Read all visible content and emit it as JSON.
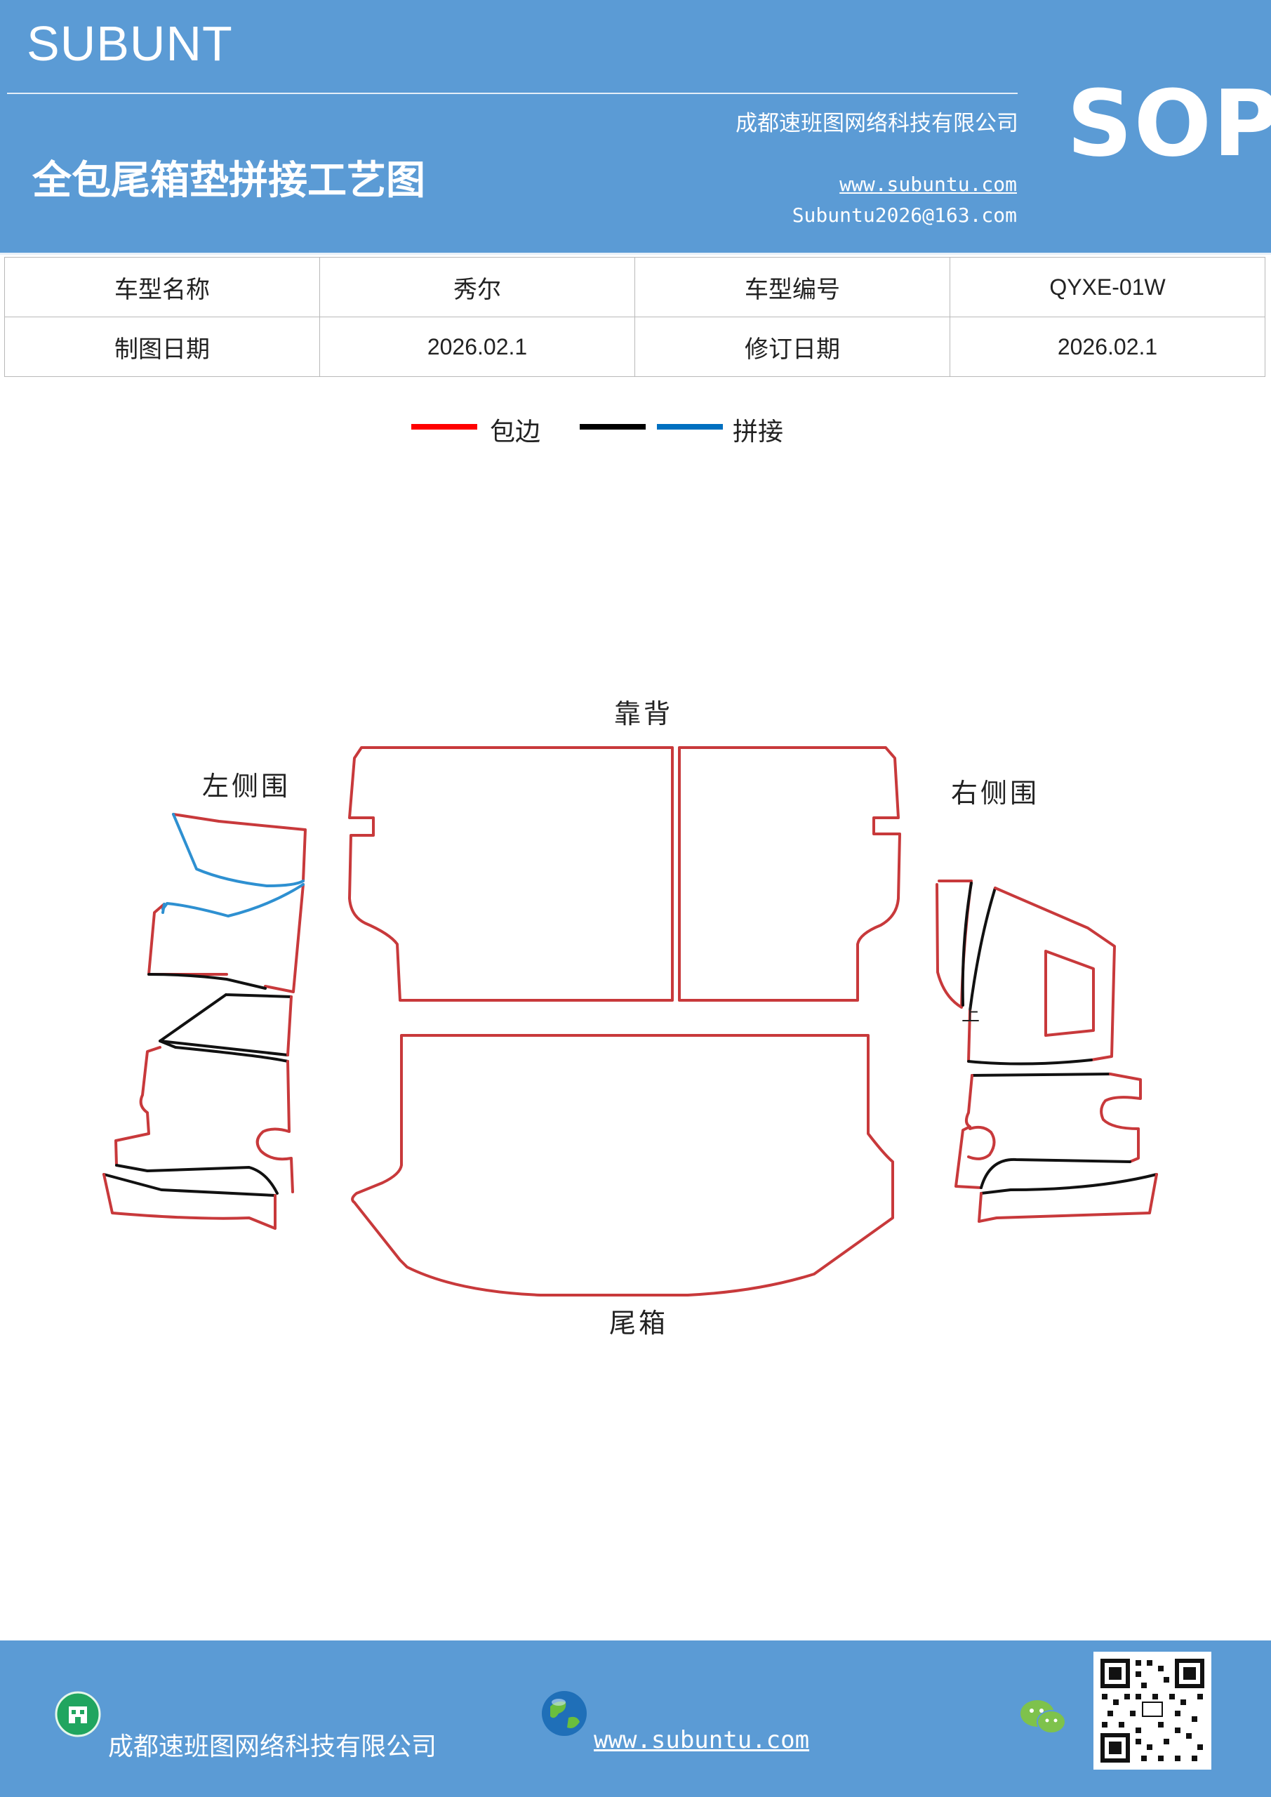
{
  "header": {
    "brand": "SUBUNT",
    "company": "成都速班图网络科技有限公司",
    "title": "全包尾箱垫拼接工艺图",
    "website": "www.subuntu.com",
    "email": "Subuntu2026@163.com",
    "badge": "SOP",
    "color": "#5b9bd5"
  },
  "info_table": {
    "rows": [
      [
        "车型名称",
        "秀尔",
        "车型编号",
        "QYXE-01W"
      ],
      [
        "制图日期",
        "2026.02.1",
        "修订日期",
        "2026.02.1"
      ]
    ]
  },
  "legend": {
    "items": [
      {
        "label": "包边",
        "colors": [
          "#ff0000"
        ]
      },
      {
        "label": "拼接",
        "colors": [
          "#000000",
          "#0070c0"
        ]
      }
    ]
  },
  "diagram": {
    "labels": {
      "back": "靠背",
      "left_side": "左侧围",
      "right_side": "右侧围",
      "trunk": "尾箱",
      "up_mark": "上"
    },
    "colors": {
      "edge": "#c8393b",
      "seam_black": "#111111",
      "seam_blue": "#2e90d1"
    }
  },
  "footer": {
    "company": "成都速班图网络科技有限公司",
    "website": "www.subuntu.com",
    "icons": [
      "building-icon",
      "globe-icon",
      "wechat-icon",
      "qr-code"
    ]
  }
}
